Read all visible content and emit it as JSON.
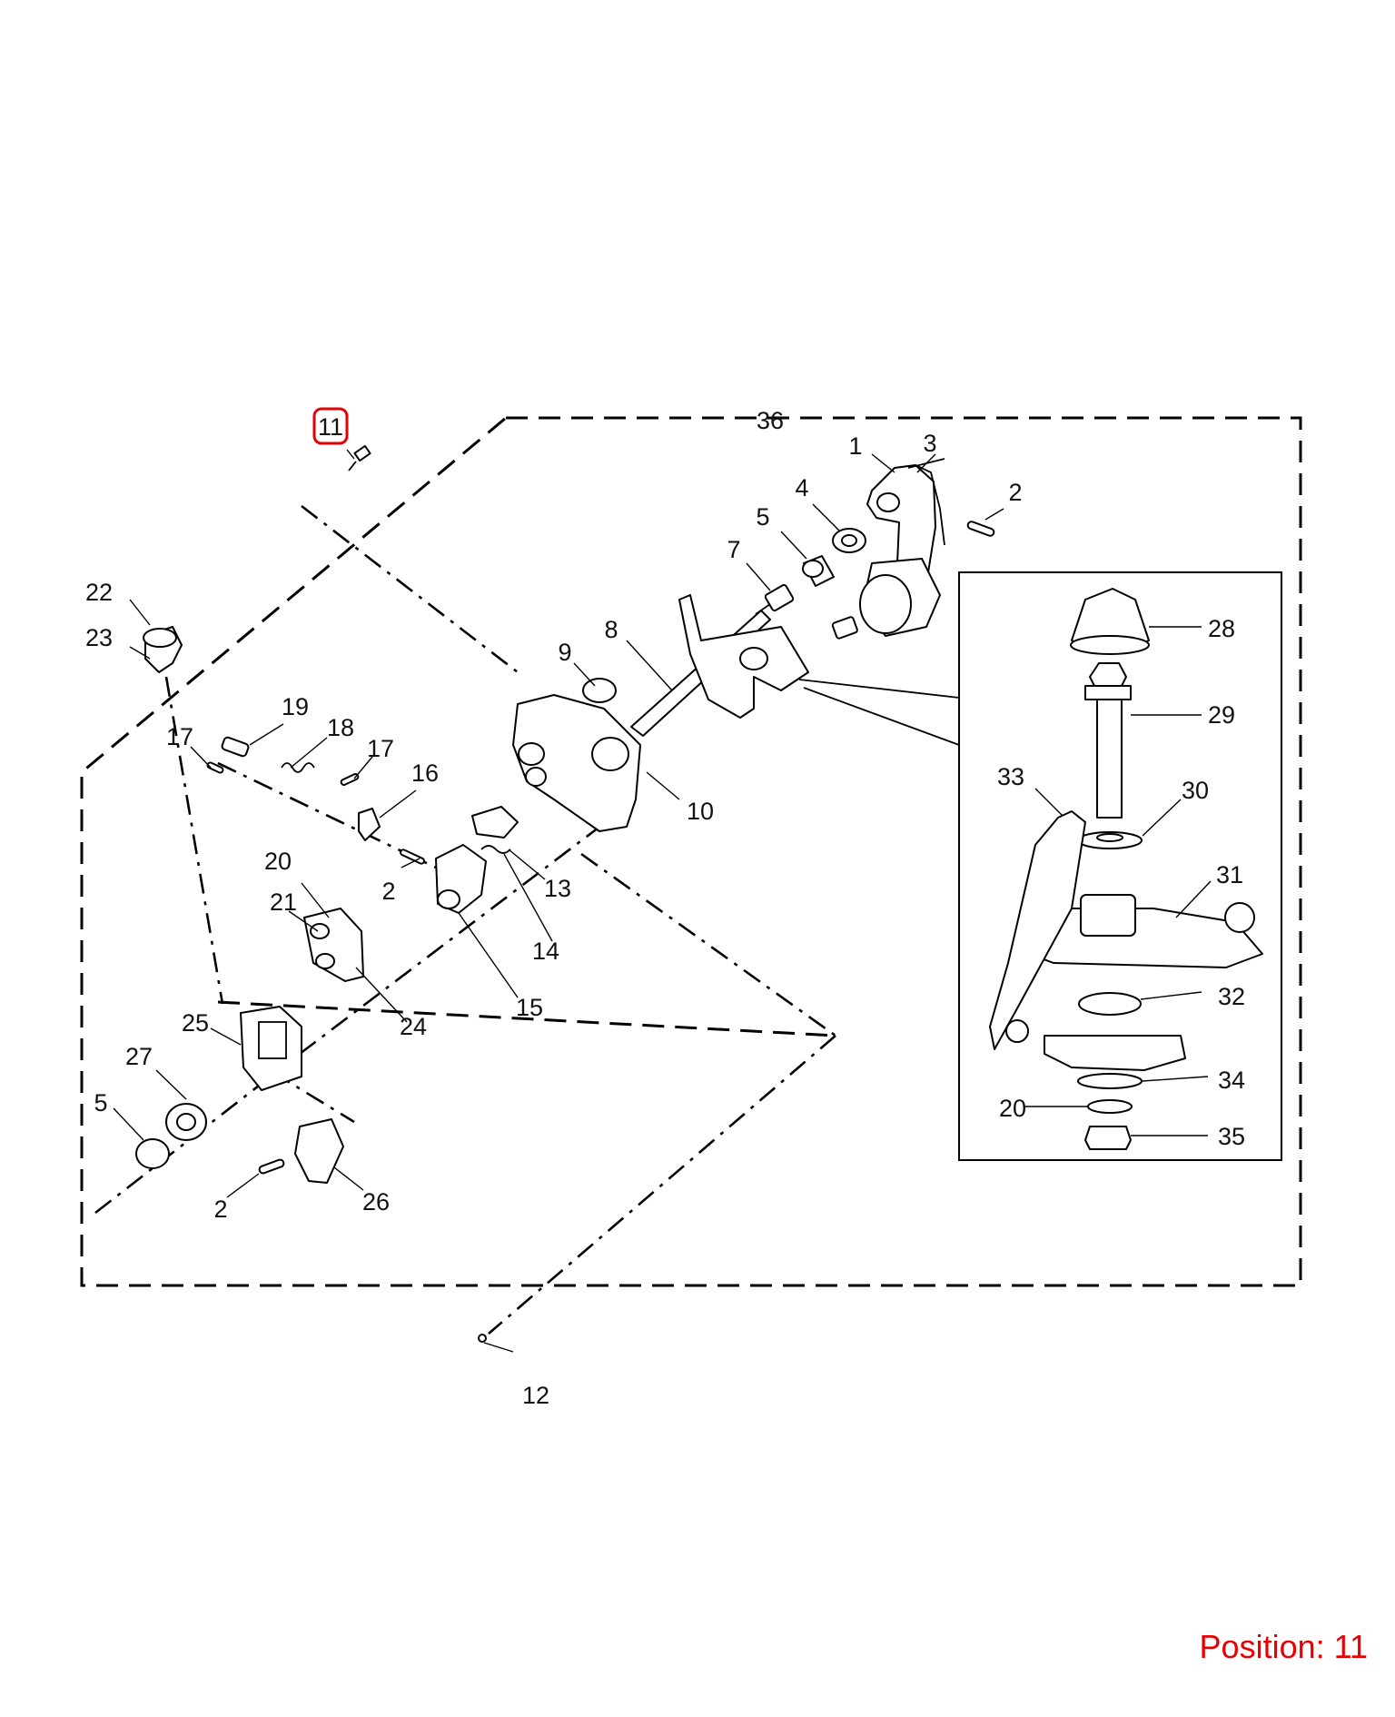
{
  "labels": {
    "l1": "1",
    "l2a": "2",
    "l2b": "2",
    "l2c": "2",
    "l3": "3",
    "l4": "4",
    "l5a": "5",
    "l5b": "5",
    "l7": "7",
    "l8": "8",
    "l9": "9",
    "l10": "10",
    "l11": "11",
    "l12": "12",
    "l13": "13",
    "l14": "14",
    "l15": "15",
    "l16": "16",
    "l17a": "17",
    "l17b": "17",
    "l18": "18",
    "l19": "19",
    "l20a": "20",
    "l20b": "20",
    "l21": "21",
    "l22": "22",
    "l23": "23",
    "l24": "24",
    "l25": "25",
    "l26": "26",
    "l27": "27",
    "l28": "28",
    "l29": "29",
    "l30": "30",
    "l31": "31",
    "l32": "32",
    "l33": "33",
    "l34": "34",
    "l35": "35",
    "l36": "36"
  },
  "position_label": "Position: 11",
  "colors": {
    "highlight": "#e60000",
    "line": "#000000",
    "background": "#ffffff"
  }
}
